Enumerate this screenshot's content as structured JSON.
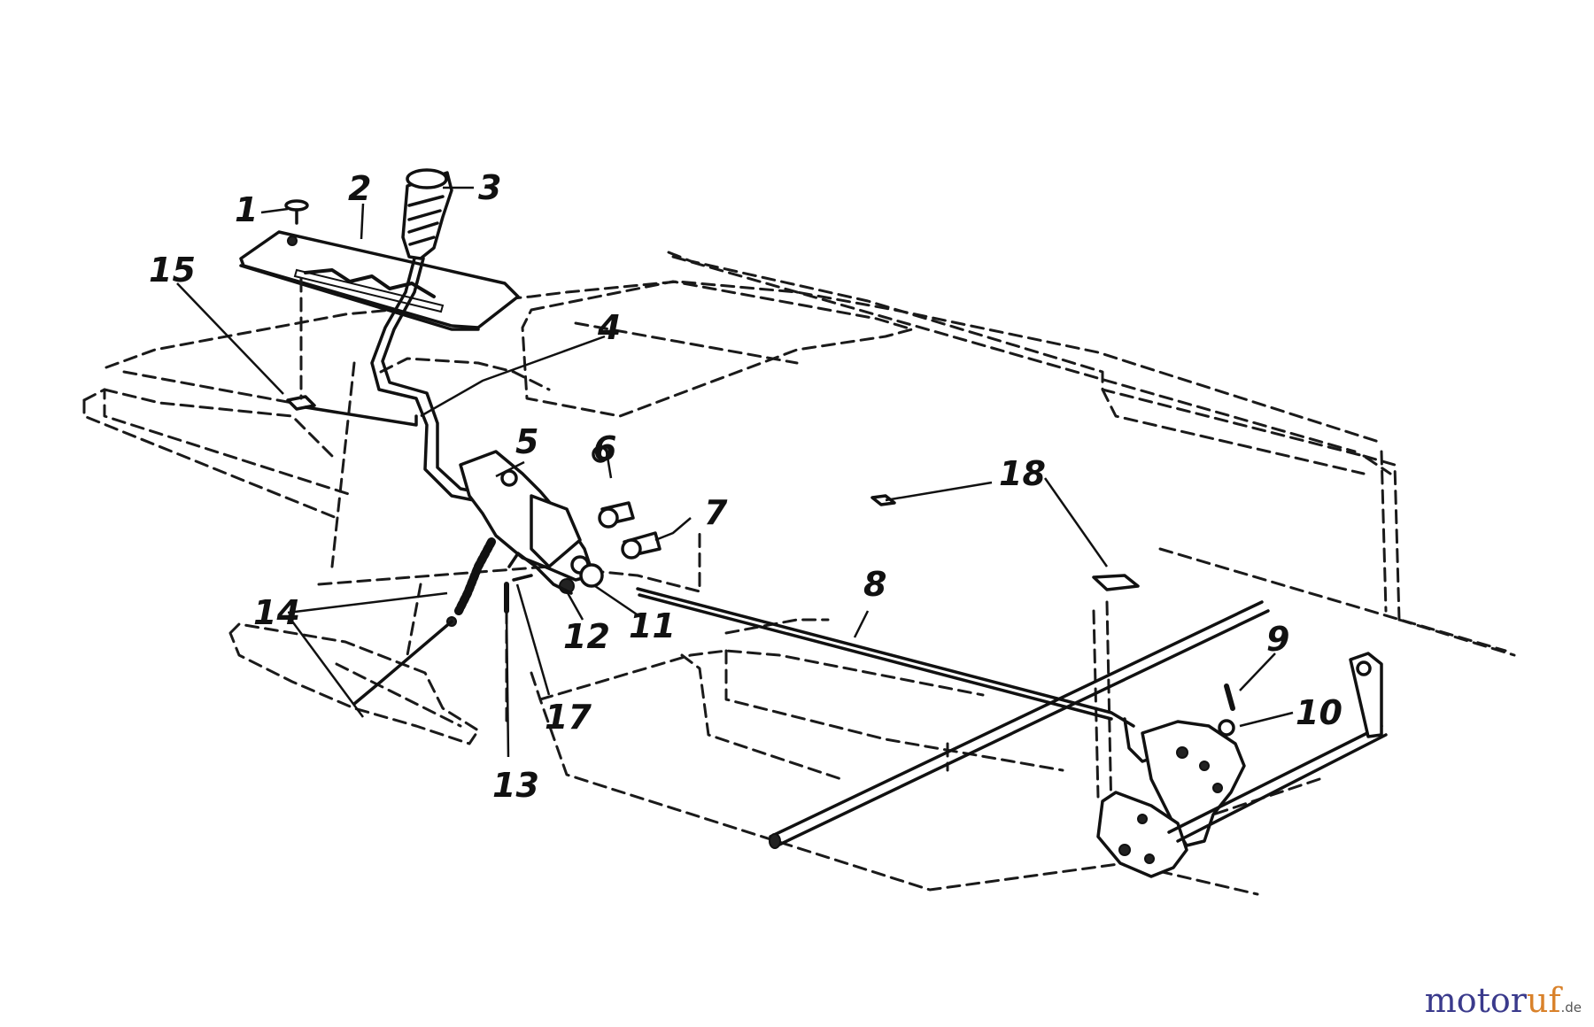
{
  "diagram": {
    "callouts": [
      {
        "id": "1",
        "label": "1"
      },
      {
        "id": "2",
        "label": "2"
      },
      {
        "id": "3",
        "label": "3"
      },
      {
        "id": "4",
        "label": "4"
      },
      {
        "id": "5",
        "label": "5"
      },
      {
        "id": "6",
        "label": "6"
      },
      {
        "id": "7",
        "label": "7"
      },
      {
        "id": "8",
        "label": "8"
      },
      {
        "id": "9",
        "label": "9"
      },
      {
        "id": "10",
        "label": "10"
      },
      {
        "id": "11",
        "label": "11"
      },
      {
        "id": "12",
        "label": "12"
      },
      {
        "id": "13",
        "label": "13"
      },
      {
        "id": "14",
        "label": "14"
      },
      {
        "id": "15",
        "label": "15"
      },
      {
        "id": "17",
        "label": "17"
      },
      {
        "id": "18",
        "label": "18"
      }
    ]
  },
  "watermark": {
    "part1": "motor",
    "part2": "uf",
    "tld": ".de",
    "colors": {
      "primary": "#3a3a8c",
      "accent": "#d9822b"
    }
  }
}
